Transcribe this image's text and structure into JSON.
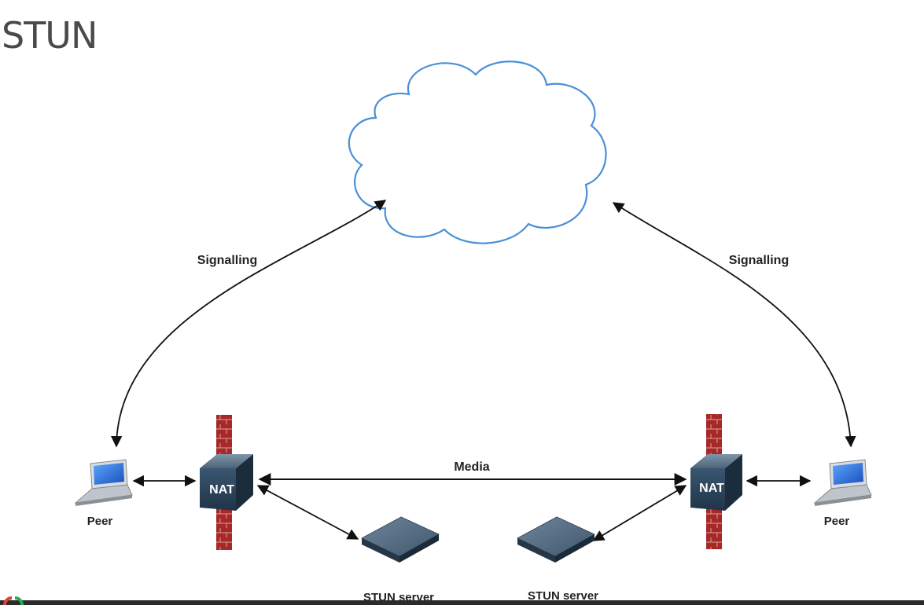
{
  "slide": {
    "title": "STUN"
  },
  "labels": {
    "signalling_left": "Signalling",
    "signalling_right": "Signalling",
    "media": "Media",
    "peer_left": "Peer",
    "peer_right": "Peer",
    "nat_left": "NAT",
    "nat_right": "NAT",
    "stun_server_left": "STUN server",
    "stun_server_right": "STUN server"
  },
  "icons": {
    "cloud": "cloud-icon",
    "laptop": "laptop-icon",
    "router": "router-icon",
    "firewall": "firewall-icon",
    "server": "server-icon"
  },
  "colors": {
    "cloud_stroke": "#4a8fd6",
    "firewall": "#b02a2a",
    "router": "#2e4a63",
    "arrows": "#111111"
  }
}
